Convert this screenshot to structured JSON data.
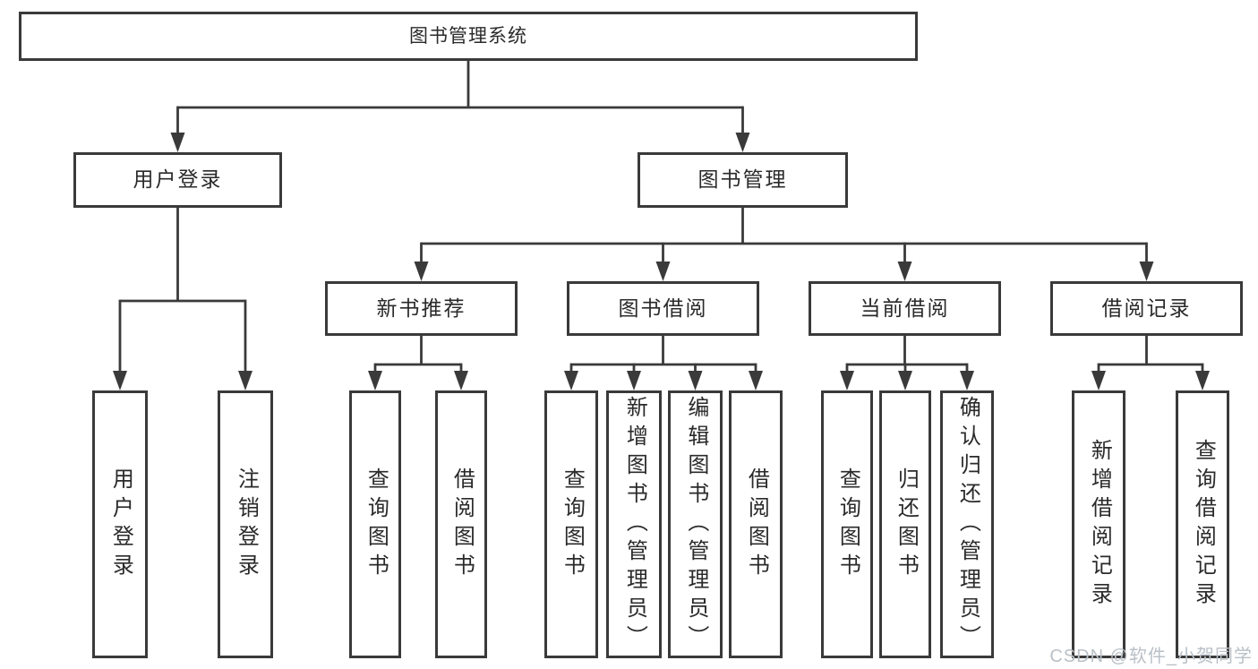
{
  "diagram": {
    "type": "tree",
    "title": "图书管理系统",
    "nodes": [
      {
        "id": "root",
        "label": "图书管理系统",
        "parent": null,
        "text_direction": "horizontal"
      },
      {
        "id": "user-login",
        "label": "用户登录",
        "parent": "root",
        "text_direction": "horizontal"
      },
      {
        "id": "book-mgmt",
        "label": "图书管理",
        "parent": "root",
        "text_direction": "horizontal"
      },
      {
        "id": "new-book-rec",
        "label": "新书推荐",
        "parent": "book-mgmt",
        "text_direction": "horizontal"
      },
      {
        "id": "book-borrow",
        "label": "图书借阅",
        "parent": "book-mgmt",
        "text_direction": "horizontal"
      },
      {
        "id": "current-borrow",
        "label": "当前借阅",
        "parent": "book-mgmt",
        "text_direction": "horizontal"
      },
      {
        "id": "borrow-records",
        "label": "借阅记录",
        "parent": "book-mgmt",
        "text_direction": "horizontal"
      },
      {
        "id": "leaf-user-login",
        "label": "用户登录",
        "parent": "user-login",
        "text_direction": "vertical"
      },
      {
        "id": "leaf-logout",
        "label": "注销登录",
        "parent": "user-login",
        "text_direction": "vertical"
      },
      {
        "id": "leaf-rec-query",
        "label": "查询图书",
        "parent": "new-book-rec",
        "text_direction": "vertical"
      },
      {
        "id": "leaf-rec-borrow",
        "label": "借阅图书",
        "parent": "new-book-rec",
        "text_direction": "vertical"
      },
      {
        "id": "leaf-bb-query",
        "label": "查询图书",
        "parent": "book-borrow",
        "text_direction": "vertical"
      },
      {
        "id": "leaf-bb-add",
        "label": "新增图书（管理员）",
        "parent": "book-borrow",
        "text_direction": "vertical"
      },
      {
        "id": "leaf-bb-edit",
        "label": "编辑图书（管理员）",
        "parent": "book-borrow",
        "text_direction": "vertical"
      },
      {
        "id": "leaf-bb-borrow",
        "label": "借阅图书",
        "parent": "book-borrow",
        "text_direction": "vertical"
      },
      {
        "id": "leaf-cb-query",
        "label": "查询图书",
        "parent": "current-borrow",
        "text_direction": "vertical"
      },
      {
        "id": "leaf-cb-return",
        "label": "归还图书",
        "parent": "current-borrow",
        "text_direction": "vertical"
      },
      {
        "id": "leaf-cb-confirm",
        "label": "确认归还（管理员）",
        "parent": "current-borrow",
        "text_direction": "vertical"
      },
      {
        "id": "leaf-br-add",
        "label": "新增借阅记录",
        "parent": "borrow-records",
        "text_direction": "vertical"
      },
      {
        "id": "leaf-br-query",
        "label": "查询借阅记录",
        "parent": "borrow-records",
        "text_direction": "vertical"
      }
    ],
    "colors": {
      "line": "#3a3a3a",
      "box_border": "#3a3a3a",
      "text": "#2a2a2a",
      "background": "#ffffff",
      "watermark": "#b9c0c7"
    }
  },
  "watermark": {
    "text": "CSDN @软件_小贺同学"
  }
}
